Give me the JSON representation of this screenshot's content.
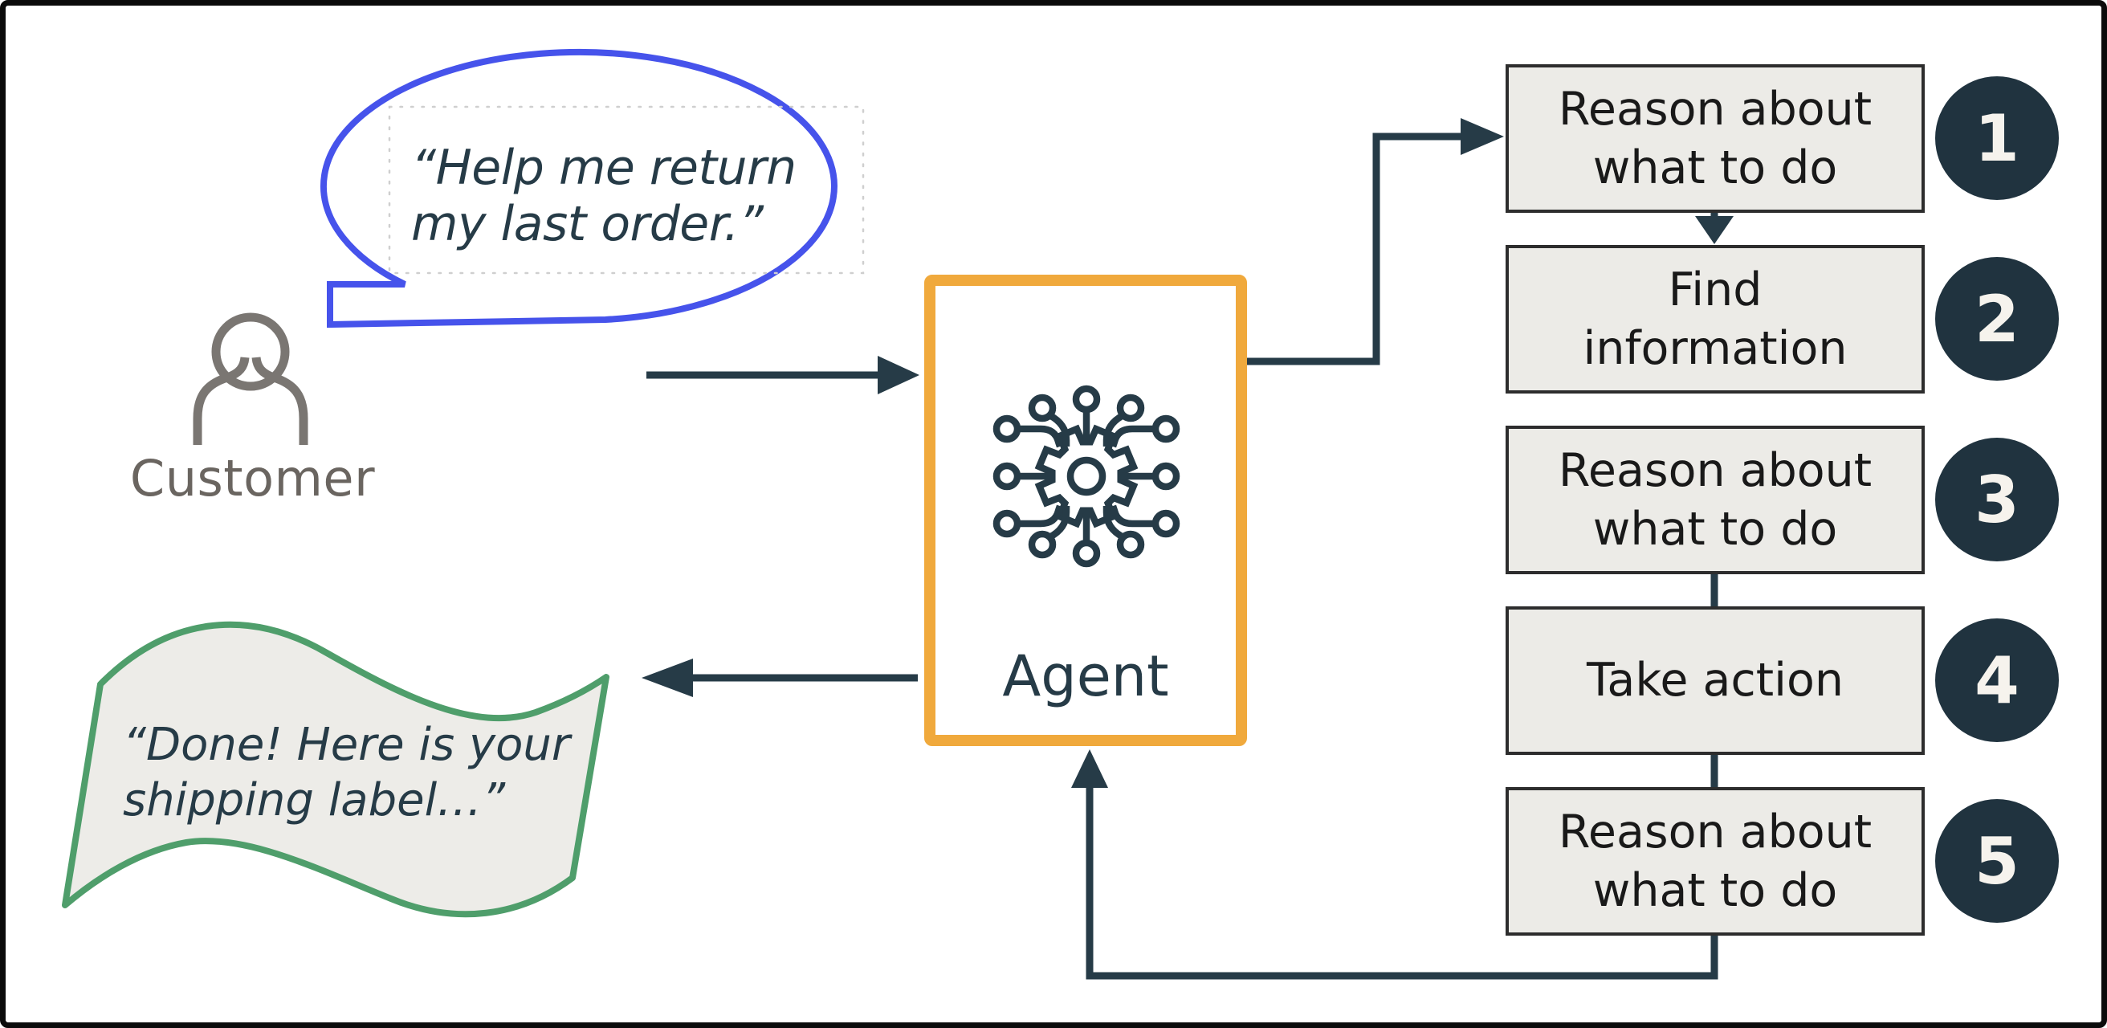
{
  "bubble": {
    "line1": "“Help me return",
    "line2": "my last order.”"
  },
  "customer": {
    "label": "Customer"
  },
  "agent": {
    "label": "Agent"
  },
  "steps": [
    {
      "num": "1",
      "line1": "Reason about",
      "line2": "what to do"
    },
    {
      "num": "2",
      "line1": "Find",
      "line2": "information"
    },
    {
      "num": "3",
      "line1": "Reason about",
      "line2": "what to do"
    },
    {
      "num": "4",
      "line1": "Take action"
    },
    {
      "num": "5",
      "line1": "Reason about",
      "line2": "what to do"
    }
  ],
  "banner": {
    "line1": "“Done! Here is your",
    "line2": "shipping label…”"
  },
  "icons": {
    "agent": "circuit-gear-icon",
    "customer": "person-icon"
  },
  "colors": {
    "blue": "#4653EB",
    "orange": "#F0A93C",
    "green": "#4F9E6B",
    "slate": "#263B47",
    "circleFill": "#20333F",
    "boxFill": "#ECEBE7",
    "boxBorder": "#2D2D2D",
    "bannerFill": "#EDECE8",
    "grayText": "#6A6560",
    "grayIcon": "#7A7672"
  }
}
